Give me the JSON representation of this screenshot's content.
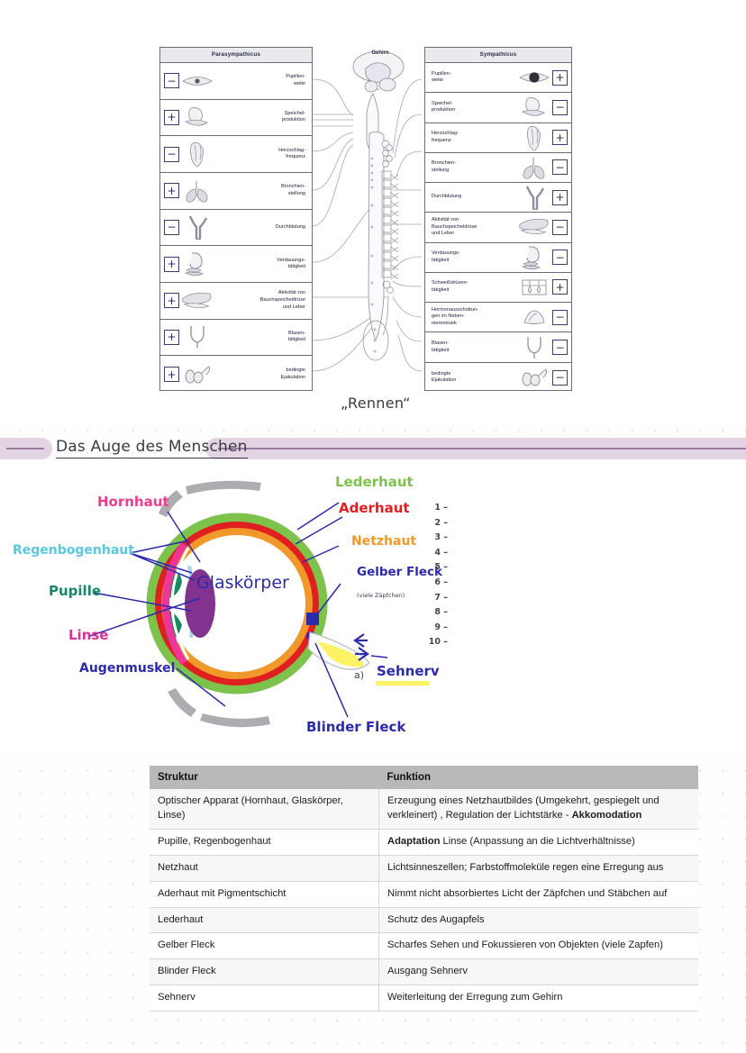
{
  "ans_figure": {
    "parasympathicus_title": "Parasympathicus",
    "sympathicus_title": "Sympathicus",
    "brain_label": "Gehirn",
    "caption": "„Rennen“",
    "parasympathicus_rows": [
      {
        "sign": "−",
        "label": "Pupillen-\nweite",
        "icon": "eye-icon"
      },
      {
        "sign": "+",
        "label": "Speichel-\nproduktion",
        "icon": "salivary-gland-icon"
      },
      {
        "sign": "−",
        "label": "Herzschlag-\nfrequenz",
        "icon": "heart-icon"
      },
      {
        "sign": "+",
        "label": "Bronchien-\nstellung",
        "icon": "lungs-icon"
      },
      {
        "sign": "−",
        "label": "Durchblutung",
        "icon": "blood-vessel-icon"
      },
      {
        "sign": "+",
        "label": "Verdauungs-\ntätigkeit",
        "icon": "stomach-intestine-icon"
      },
      {
        "sign": "+",
        "label": "Aktivität von\nBauchspeicheldrüse\nund Leber",
        "icon": "liver-pancreas-icon"
      },
      {
        "sign": "+",
        "label": "Blasen-\ntätigkeit",
        "icon": "bladder-icon"
      },
      {
        "sign": "+",
        "label": "bedingte\nEjakulation",
        "icon": "genitals-icon"
      }
    ],
    "sympathicus_rows": [
      {
        "sign": "+",
        "label": "Pupillen-\nweite",
        "icon": "eye-dilated-icon"
      },
      {
        "sign": "−",
        "label": "Speichel-\nproduktion",
        "icon": "salivary-gland-icon"
      },
      {
        "sign": "+",
        "label": "Herzschlag-\nfrequenz",
        "icon": "heart-icon"
      },
      {
        "sign": "−",
        "label": "Bronchien-\nstellung",
        "icon": "lungs-icon"
      },
      {
        "sign": "+",
        "label": "Durchblutung",
        "icon": "blood-vessel-icon"
      },
      {
        "sign": "−",
        "label": "Aktivität von\nBauchspeicheldrüse\nund Leber",
        "icon": "liver-pancreas-icon"
      },
      {
        "sign": "−",
        "label": "Verdauungs-\ntätigkeit",
        "icon": "stomach-intestine-icon"
      },
      {
        "sign": "+",
        "label": "Schweißdrüsen-\ntätigkeit",
        "icon": "sweat-gland-icon"
      },
      {
        "sign": "−",
        "label": "Hormonausschüttun-\ngen im Neben-\nnierenmark",
        "icon": "adrenal-gland-icon"
      },
      {
        "sign": "−",
        "label": "Blasen-\ntätigkeit",
        "icon": "bladder-icon"
      },
      {
        "sign": "−",
        "label": "bedingte\nEjakulation",
        "icon": "genitals-icon"
      }
    ]
  },
  "section": {
    "title": "Das Auge des Menschen",
    "band_color": "#e3d4e3",
    "band_line_color": "#9c7ba5"
  },
  "eye_figure": {
    "center_label": "Glaskörper",
    "subnote": "(viele Zäpfchen)",
    "item_marker": "a)",
    "numbers": [
      "1",
      "2",
      "3",
      "4",
      "5",
      "6",
      "7",
      "8",
      "9",
      "10"
    ],
    "labels": [
      {
        "text": "Hornhaut",
        "color": "#ee3d8f"
      },
      {
        "text": "Regenbogenhaut",
        "color": "#59c8e0"
      },
      {
        "text": "Pupille",
        "color": "#18886a"
      },
      {
        "text": "Linse",
        "color": "#d9339b"
      },
      {
        "text": "Augenmuskel",
        "color": "#2b2bab"
      },
      {
        "text": "Lederhaut",
        "color": "#7dc24b"
      },
      {
        "text": "Aderhaut",
        "color": "#e02020"
      },
      {
        "text": "Netzhaut",
        "color": "#f0992a"
      },
      {
        "text": "Gelber Fleck",
        "color": "#2b2bab"
      },
      {
        "text": "Sehnerv",
        "color": "#2b2bab"
      },
      {
        "text": "Blinder Fleck",
        "color": "#2b2bab"
      }
    ]
  },
  "table": {
    "headers": [
      "Struktur",
      "Funktion"
    ],
    "rows": [
      {
        "struktur": "Optischer Apparat (Hornhaut, Glaskörper, Linse)",
        "funktion_pre": " Erzeugung eines Netzhautbildes (Umgekehrt, gespiegelt und verkleinert) , Regulation der Lichtstärke - ",
        "funktion_bold": "Akkomodation",
        "funktion_post": ""
      },
      {
        "struktur": "Pupille, Regenbogenhaut",
        "funktion_pre": "",
        "funktion_bold": "Adaptation",
        "funktion_post": " Linse (Anpassung an die Lichtverhältnisse)"
      },
      {
        "struktur": " Netzhaut",
        "funktion_pre": "Lichtsinneszellen; Farbstoffmoleküle regen eine Erregung aus",
        "funktion_bold": "",
        "funktion_post": ""
      },
      {
        "struktur": "Aderhaut mit Pigmentschicht",
        "funktion_pre": "Nimmt nicht absorbiertes Licht der Zäpfchen und Stäbchen auf",
        "funktion_bold": "",
        "funktion_post": ""
      },
      {
        "struktur": "Lederhaut",
        "funktion_pre": "Schutz des Augapfels",
        "funktion_bold": "",
        "funktion_post": ""
      },
      {
        "struktur": "Gelber Fleck",
        "funktion_pre": "Scharfes Sehen und Fokussieren von Objekten (viele Zapfen)",
        "funktion_bold": "",
        "funktion_post": ""
      },
      {
        "struktur": "Blinder Fleck",
        "funktion_pre": "Ausgang Sehnerv",
        "funktion_bold": "",
        "funktion_post": ""
      },
      {
        "struktur": "Sehnerv",
        "funktion_pre": "Weiterleitung der Erregung zum Gehirn",
        "funktion_bold": "",
        "funktion_post": ""
      }
    ]
  }
}
